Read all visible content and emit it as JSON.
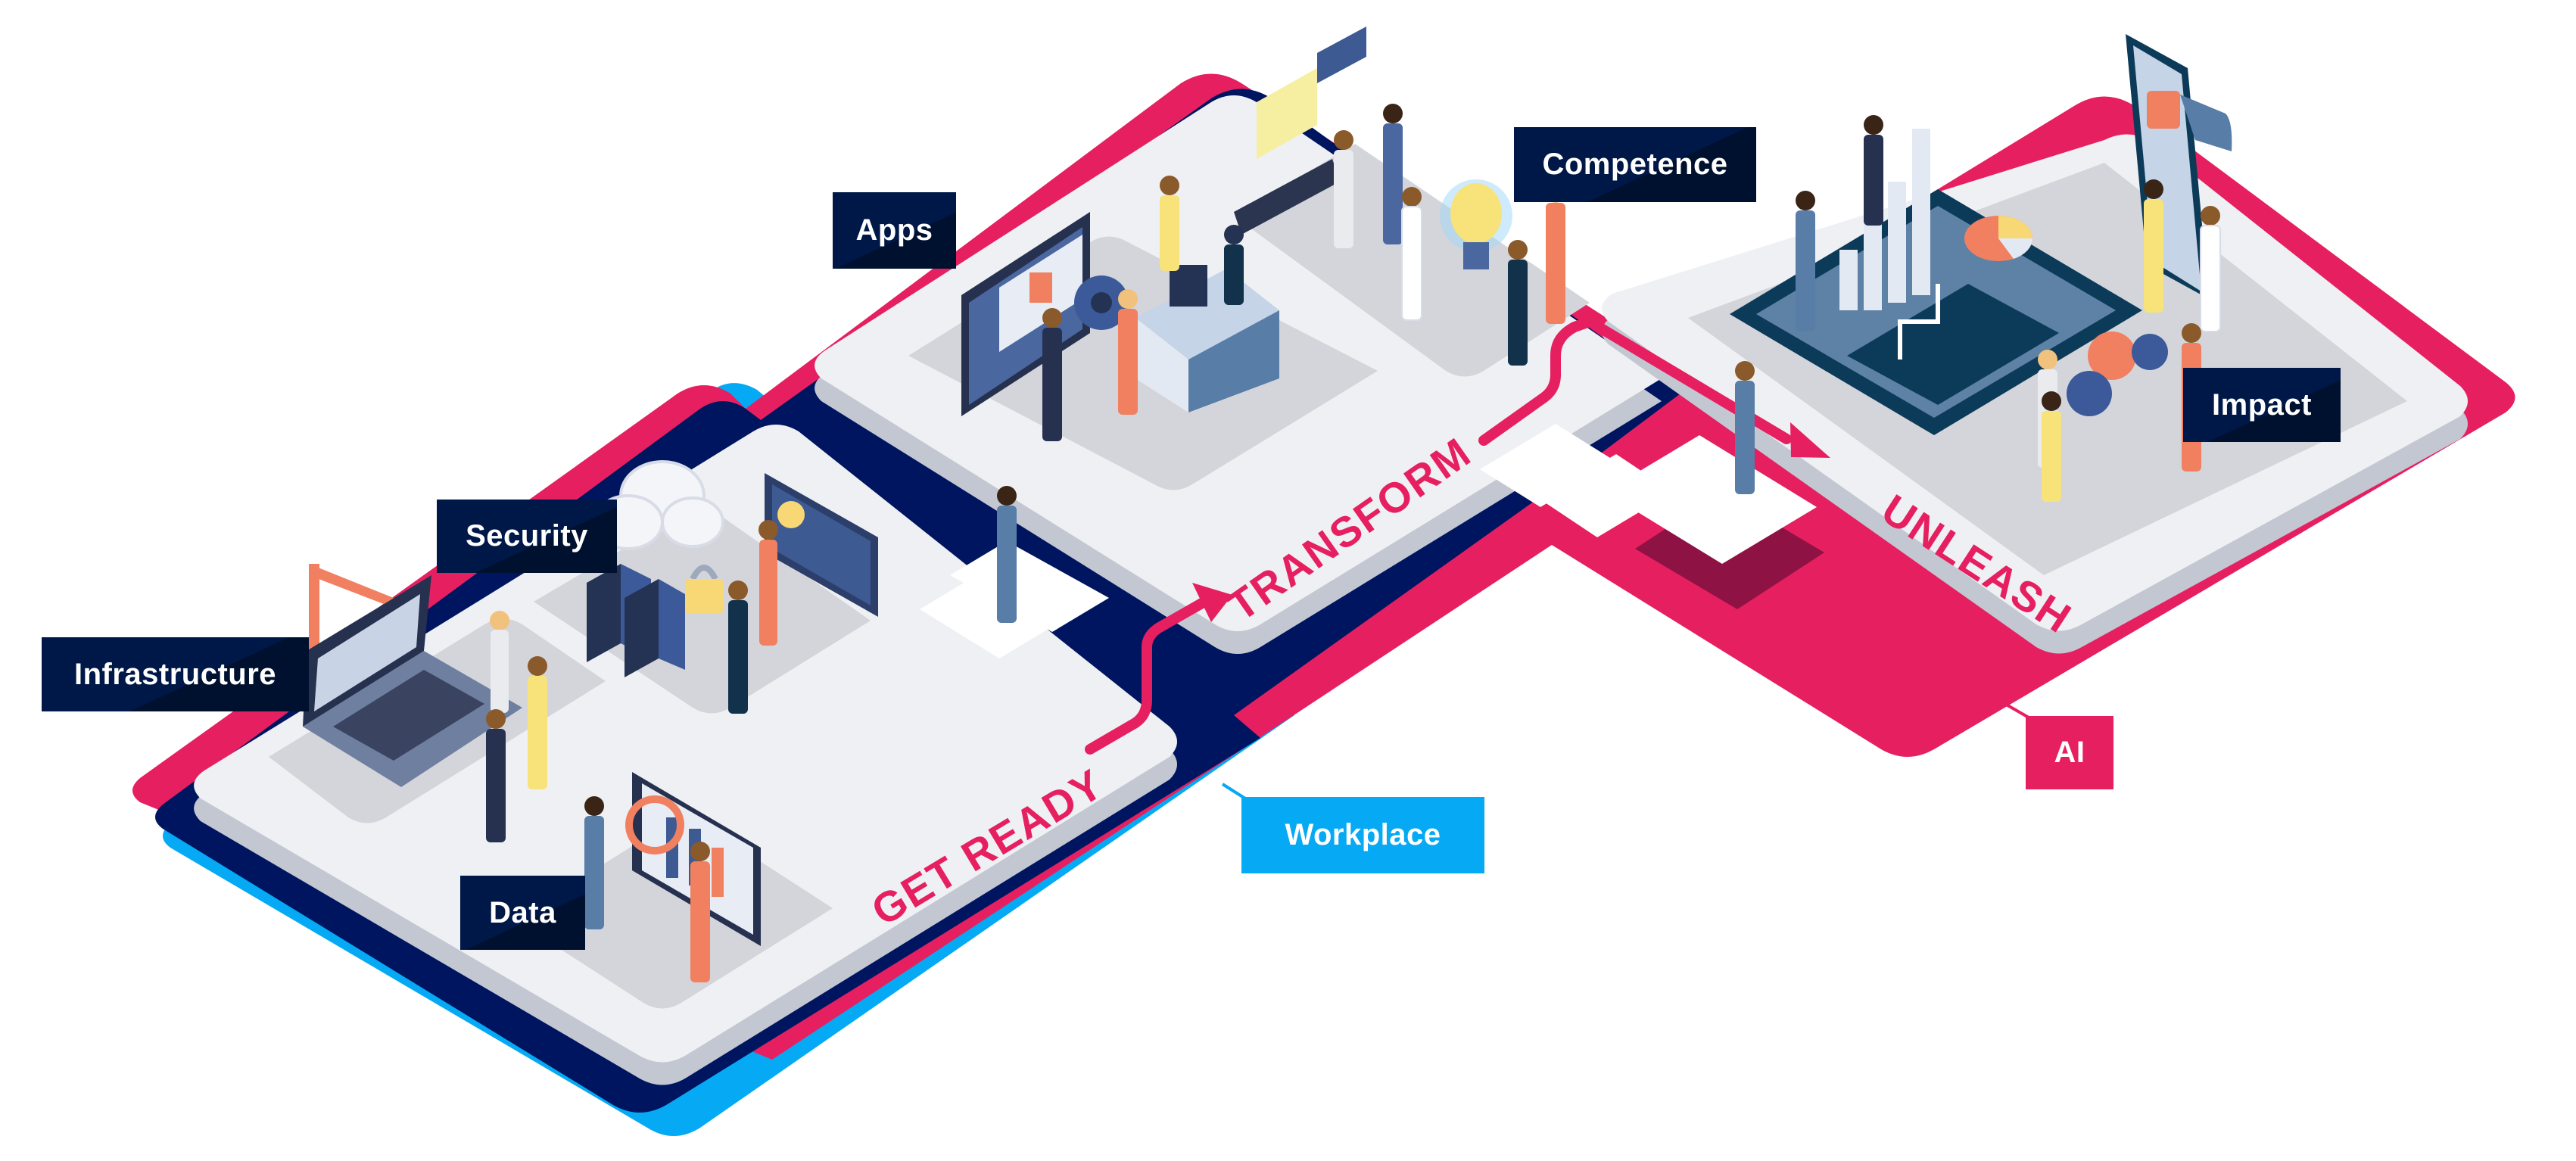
{
  "title": "Journey: Get Ready, Transform, Unleash",
  "colors": {
    "navy": "#001848",
    "pink": "#E61F60",
    "sky": "#06A9F4",
    "platform": "#EFF0F3",
    "platform_edge": "#C3C7D1",
    "zone": "#D4D5DA"
  },
  "stages": [
    {
      "id": "get-ready",
      "label": "GET READY"
    },
    {
      "id": "transform",
      "label": "TRANSFORM"
    },
    {
      "id": "unleash",
      "label": "UNLEASH"
    }
  ],
  "tags": {
    "infrastructure": "Infrastructure",
    "security": "Security",
    "data": "Data",
    "apps": "Apps",
    "competence": "Competence",
    "impact": "Impact",
    "ai": "AI",
    "workplace": "Workplace"
  },
  "icons": [
    "laptop-icon",
    "crane-icon",
    "cloud-icon",
    "server-icon",
    "padlock-icon",
    "dashboard-icon",
    "magnifier-icon",
    "tablet-icon",
    "gear-icon",
    "desk-icon",
    "lightbulb-icon",
    "video-call-icon",
    "bar-chart-icon",
    "pie-chart-icon",
    "smartphone-icon",
    "person-icon",
    "arrow-icon"
  ]
}
